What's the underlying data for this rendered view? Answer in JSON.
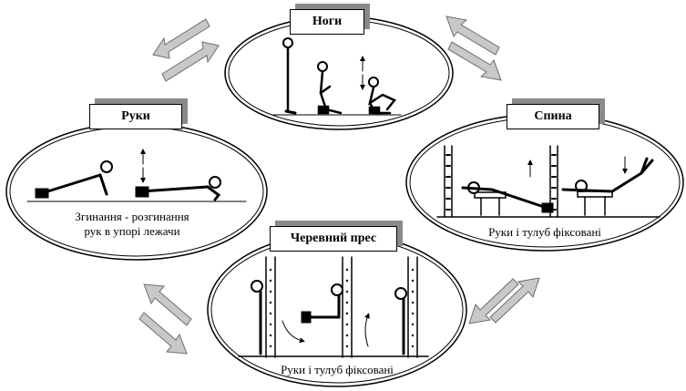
{
  "stations": {
    "legs": {
      "title": "Ноги"
    },
    "arms": {
      "title": "Руки",
      "caption_line1": "Згинання -  розгинання",
      "caption_line2": "рук в упорі лежачи"
    },
    "back": {
      "title": "Спина",
      "caption": "Руки і тулуб фіксовані"
    },
    "abs": {
      "title": "Черевний прес",
      "caption": "Руки і тулуб фіксовані"
    }
  },
  "icons": [
    "double-arrow-icon",
    "stick-figure-icon",
    "wall-bars-icon",
    "bench-icon",
    "up-arrow-icon",
    "down-arrow-icon",
    "curved-arrow-icon"
  ],
  "colors": {
    "arrow_fill": "#c8c8c8",
    "shadow": "#8a8a8a",
    "ink": "#000000"
  }
}
